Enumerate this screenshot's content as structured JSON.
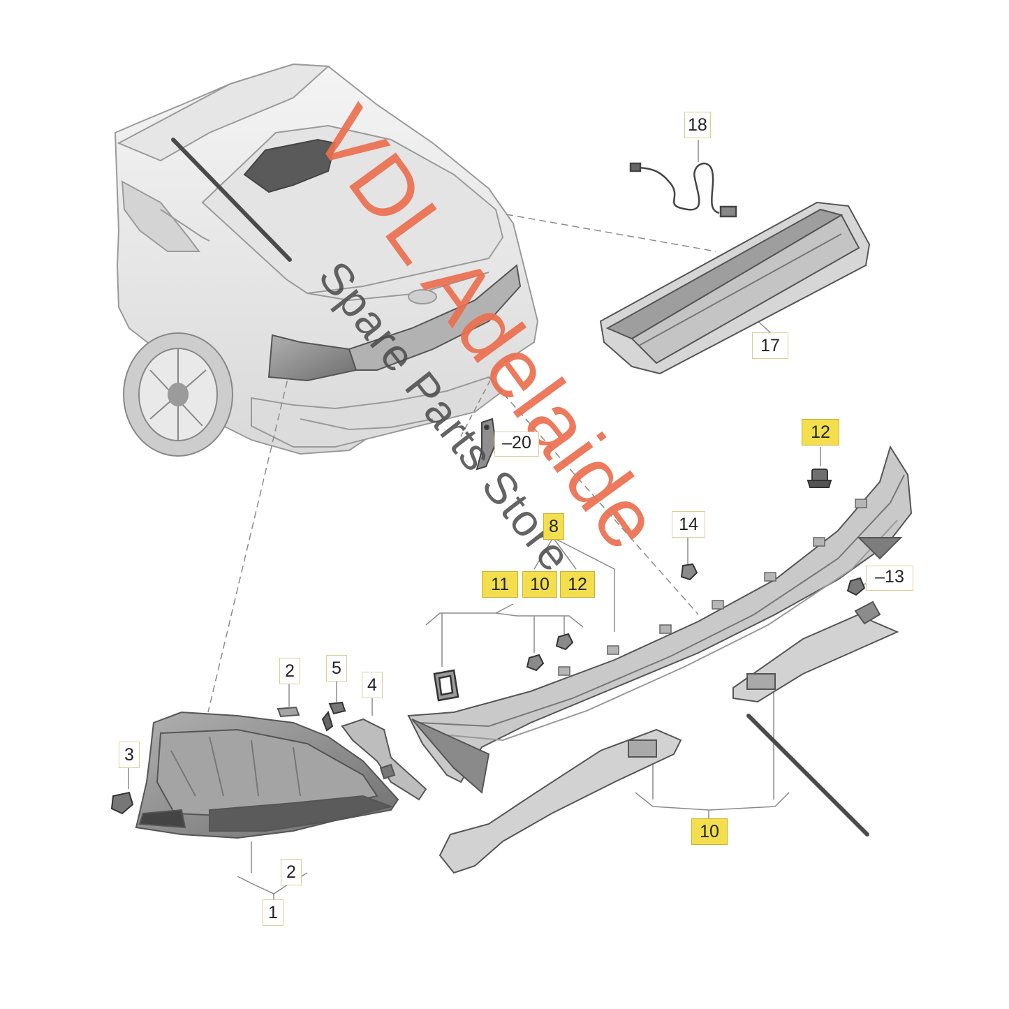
{
  "labels": {
    "l1": "1",
    "l2a": "2",
    "l2b": "2",
    "l3": "3",
    "l4": "4",
    "l5": "5",
    "l8": "8",
    "l10a": "10",
    "l10b": "10",
    "l11": "11",
    "l12a": "12",
    "l12b": "12",
    "l13": "13",
    "l14": "14",
    "l17": "17",
    "l18": "18",
    "l20": "20"
  },
  "watermark": {
    "main": "VDL Adelaide",
    "sub": "Spare Parts Store",
    "main_color": "#ec6f4f",
    "sub_color": "#4a4a4a"
  },
  "colors": {
    "highlight": "#f3df4e",
    "line": "#8a8a8a",
    "part_light": "#ededed",
    "part_mid": "#cfcfcf",
    "part_dark": "#8f8f8f"
  }
}
